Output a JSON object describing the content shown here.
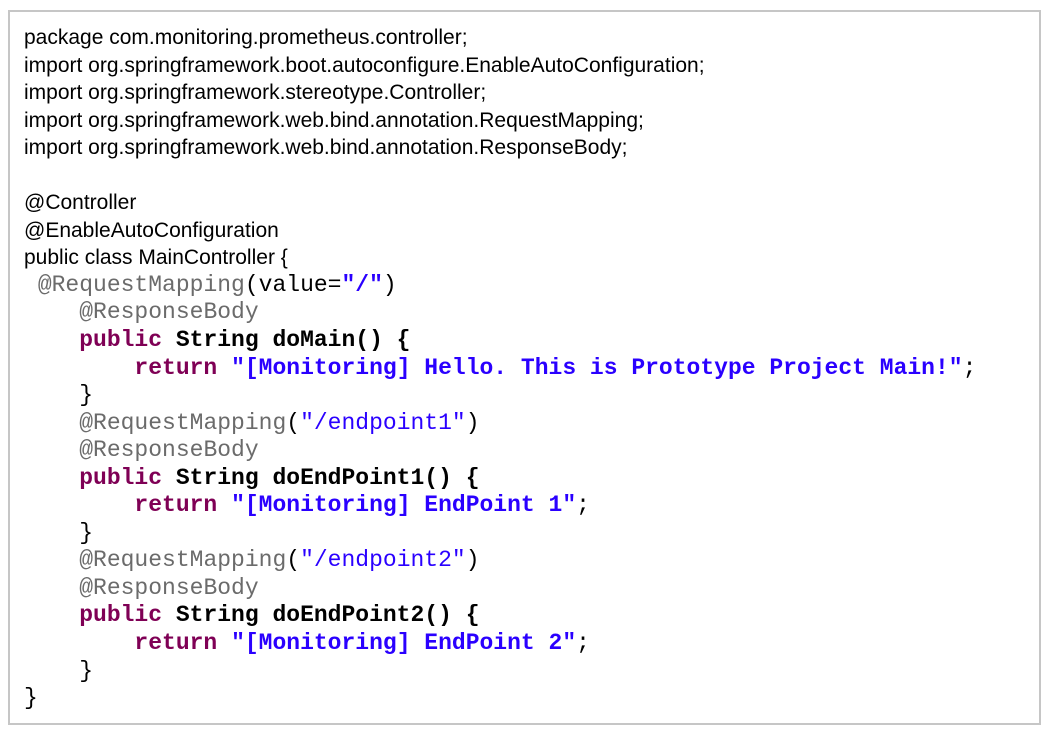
{
  "colors": {
    "background": "#ffffff",
    "panel_border": "#c6c6c6",
    "text": "#000000",
    "annotation_gray": "#6b6b6b",
    "keyword_magenta": "#7f0055",
    "string_blue": "#2a00ff"
  },
  "code": {
    "language": "java",
    "lines": [
      {
        "font": "sans",
        "tokens": [
          [
            "plain",
            "package com.monitoring.prometheus.controller;"
          ]
        ]
      },
      {
        "font": "sans",
        "tokens": [
          [
            "plain",
            "import org.springframework.boot.autoconfigure.EnableAutoConfiguration;"
          ]
        ]
      },
      {
        "font": "sans",
        "tokens": [
          [
            "plain",
            "import org.springframework.stereotype.Controller;"
          ]
        ]
      },
      {
        "font": "sans",
        "tokens": [
          [
            "plain",
            "import org.springframework.web.bind.annotation.RequestMapping;"
          ]
        ]
      },
      {
        "font": "sans",
        "tokens": [
          [
            "plain",
            "import org.springframework.web.bind.annotation.ResponseBody;"
          ]
        ]
      },
      {
        "font": "sans",
        "tokens": []
      },
      {
        "font": "sans",
        "tokens": [
          [
            "plain",
            "@Controller"
          ]
        ]
      },
      {
        "font": "sans",
        "tokens": [
          [
            "plain",
            "@EnableAutoConfiguration"
          ]
        ]
      },
      {
        "font": "sans",
        "tokens": [
          [
            "plain",
            "public class MainController {"
          ]
        ]
      },
      {
        "font": "mono",
        "tokens": [
          [
            "punct",
            " "
          ],
          [
            "ann",
            "@RequestMapping"
          ],
          [
            "punct",
            "(value="
          ],
          [
            "str",
            "\"/\""
          ],
          [
            "punct",
            ")"
          ]
        ]
      },
      {
        "font": "mono",
        "tokens": [
          [
            "punct",
            "    "
          ],
          [
            "ann",
            "@ResponseBody"
          ]
        ]
      },
      {
        "font": "mono",
        "tokens": [
          [
            "punct",
            "    "
          ],
          [
            "kw",
            "public"
          ],
          [
            "code",
            " String doMain() {"
          ]
        ]
      },
      {
        "font": "mono",
        "tokens": [
          [
            "punct",
            "        "
          ],
          [
            "kw",
            "return"
          ],
          [
            "code",
            " "
          ],
          [
            "str",
            "\"[Monitoring] Hello. This is Prototype Project Main!\""
          ],
          [
            "punct",
            ";"
          ]
        ]
      },
      {
        "font": "mono",
        "tokens": [
          [
            "punct",
            "    }"
          ]
        ]
      },
      {
        "font": "mono",
        "tokens": [
          [
            "punct",
            "    "
          ],
          [
            "ann",
            "@RequestMapping"
          ],
          [
            "punct",
            "("
          ],
          [
            "strn",
            "\"/endpoint1\""
          ],
          [
            "punct",
            ")"
          ]
        ]
      },
      {
        "font": "mono",
        "tokens": [
          [
            "punct",
            "    "
          ],
          [
            "ann",
            "@ResponseBody"
          ]
        ]
      },
      {
        "font": "mono",
        "tokens": [
          [
            "punct",
            "    "
          ],
          [
            "kw",
            "public"
          ],
          [
            "code",
            " String doEndPoint1() {"
          ]
        ]
      },
      {
        "font": "mono",
        "tokens": [
          [
            "punct",
            "        "
          ],
          [
            "kw",
            "return"
          ],
          [
            "code",
            " "
          ],
          [
            "str",
            "\"[Monitoring] EndPoint 1\""
          ],
          [
            "punct",
            ";"
          ]
        ]
      },
      {
        "font": "mono",
        "tokens": [
          [
            "punct",
            "    }"
          ]
        ]
      },
      {
        "font": "mono",
        "tokens": [
          [
            "punct",
            "    "
          ],
          [
            "ann",
            "@RequestMapping"
          ],
          [
            "punct",
            "("
          ],
          [
            "strn",
            "\"/endpoint2\""
          ],
          [
            "punct",
            ")"
          ]
        ]
      },
      {
        "font": "mono",
        "tokens": [
          [
            "punct",
            "    "
          ],
          [
            "ann",
            "@ResponseBody"
          ]
        ]
      },
      {
        "font": "mono",
        "tokens": [
          [
            "punct",
            "    "
          ],
          [
            "kw",
            "public"
          ],
          [
            "code",
            " String doEndPoint2() {"
          ]
        ]
      },
      {
        "font": "mono",
        "tokens": [
          [
            "punct",
            "        "
          ],
          [
            "kw",
            "return"
          ],
          [
            "code",
            " "
          ],
          [
            "str",
            "\"[Monitoring] EndPoint 2\""
          ],
          [
            "punct",
            ";"
          ]
        ]
      },
      {
        "font": "mono",
        "tokens": [
          [
            "punct",
            "    }"
          ]
        ]
      },
      {
        "font": "mono",
        "tokens": [
          [
            "punct",
            "}"
          ]
        ]
      }
    ]
  }
}
